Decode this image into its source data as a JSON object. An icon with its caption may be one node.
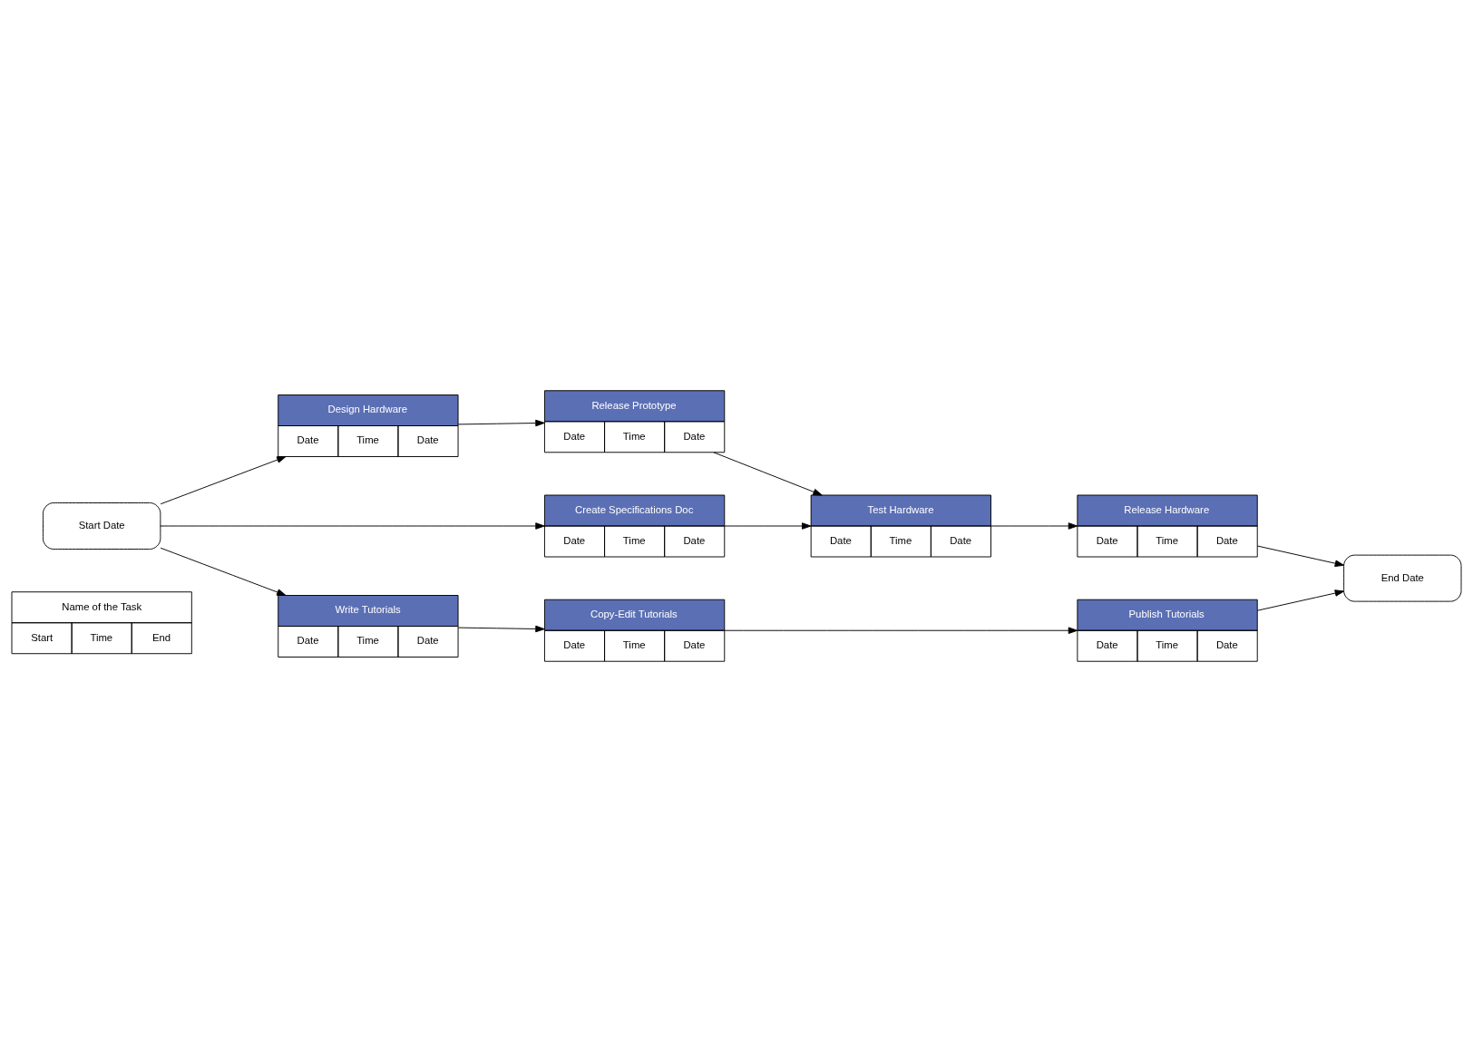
{
  "diagram": {
    "nodes": [
      {
        "text": [
          "Name of the Task",
          "Start",
          "Time",
          "End"
        ]
      },
      {
        "text": [
          "Start Date"
        ]
      },
      {
        "text": [
          "Design Hardware",
          "Date",
          "Time",
          "Date"
        ]
      },
      {
        "text": [
          "Create Specifications Doc",
          "Date",
          "Time",
          "Date"
        ]
      },
      {
        "text": [
          "Write Tutorials",
          "Date",
          "Time",
          "Date"
        ]
      },
      {
        "text": [
          "Release Prototype",
          "Date",
          "Time",
          "Date"
        ]
      },
      {
        "text": [
          "Test Hardware",
          "Date",
          "Time",
          "Date"
        ]
      },
      {
        "text": [
          "Copy-Edit Tutorials",
          "Date",
          "Time",
          "Date"
        ]
      },
      {
        "text": [
          "Release Hardware",
          "Date",
          "Time",
          "Date"
        ]
      },
      {
        "text": [
          "Publish Tutorials",
          "Date",
          "Time",
          "Date"
        ]
      },
      {
        "text": [
          "End Date"
        ]
      }
    ],
    "edges": [
      {
        "from": 1,
        "to": 2,
        "arrow": "to"
      },
      {
        "from": 1,
        "to": 3,
        "arrow": "to"
      },
      {
        "from": 1,
        "to": 4,
        "arrow": "to"
      },
      {
        "from": 2,
        "to": 5,
        "arrow": "to"
      },
      {
        "from": 3,
        "to": 6,
        "arrow": "to"
      },
      {
        "from": 5,
        "to": 6,
        "arrow": "to"
      },
      {
        "from": 6,
        "to": 8,
        "arrow": "to"
      },
      {
        "from": 4,
        "to": 7,
        "arrow": "to"
      },
      {
        "from": 7,
        "to": 9,
        "arrow": "to"
      },
      {
        "from": 8,
        "to": 10,
        "arrow": "to"
      },
      {
        "from": 9,
        "to": 10,
        "arrow": "to"
      }
    ]
  }
}
